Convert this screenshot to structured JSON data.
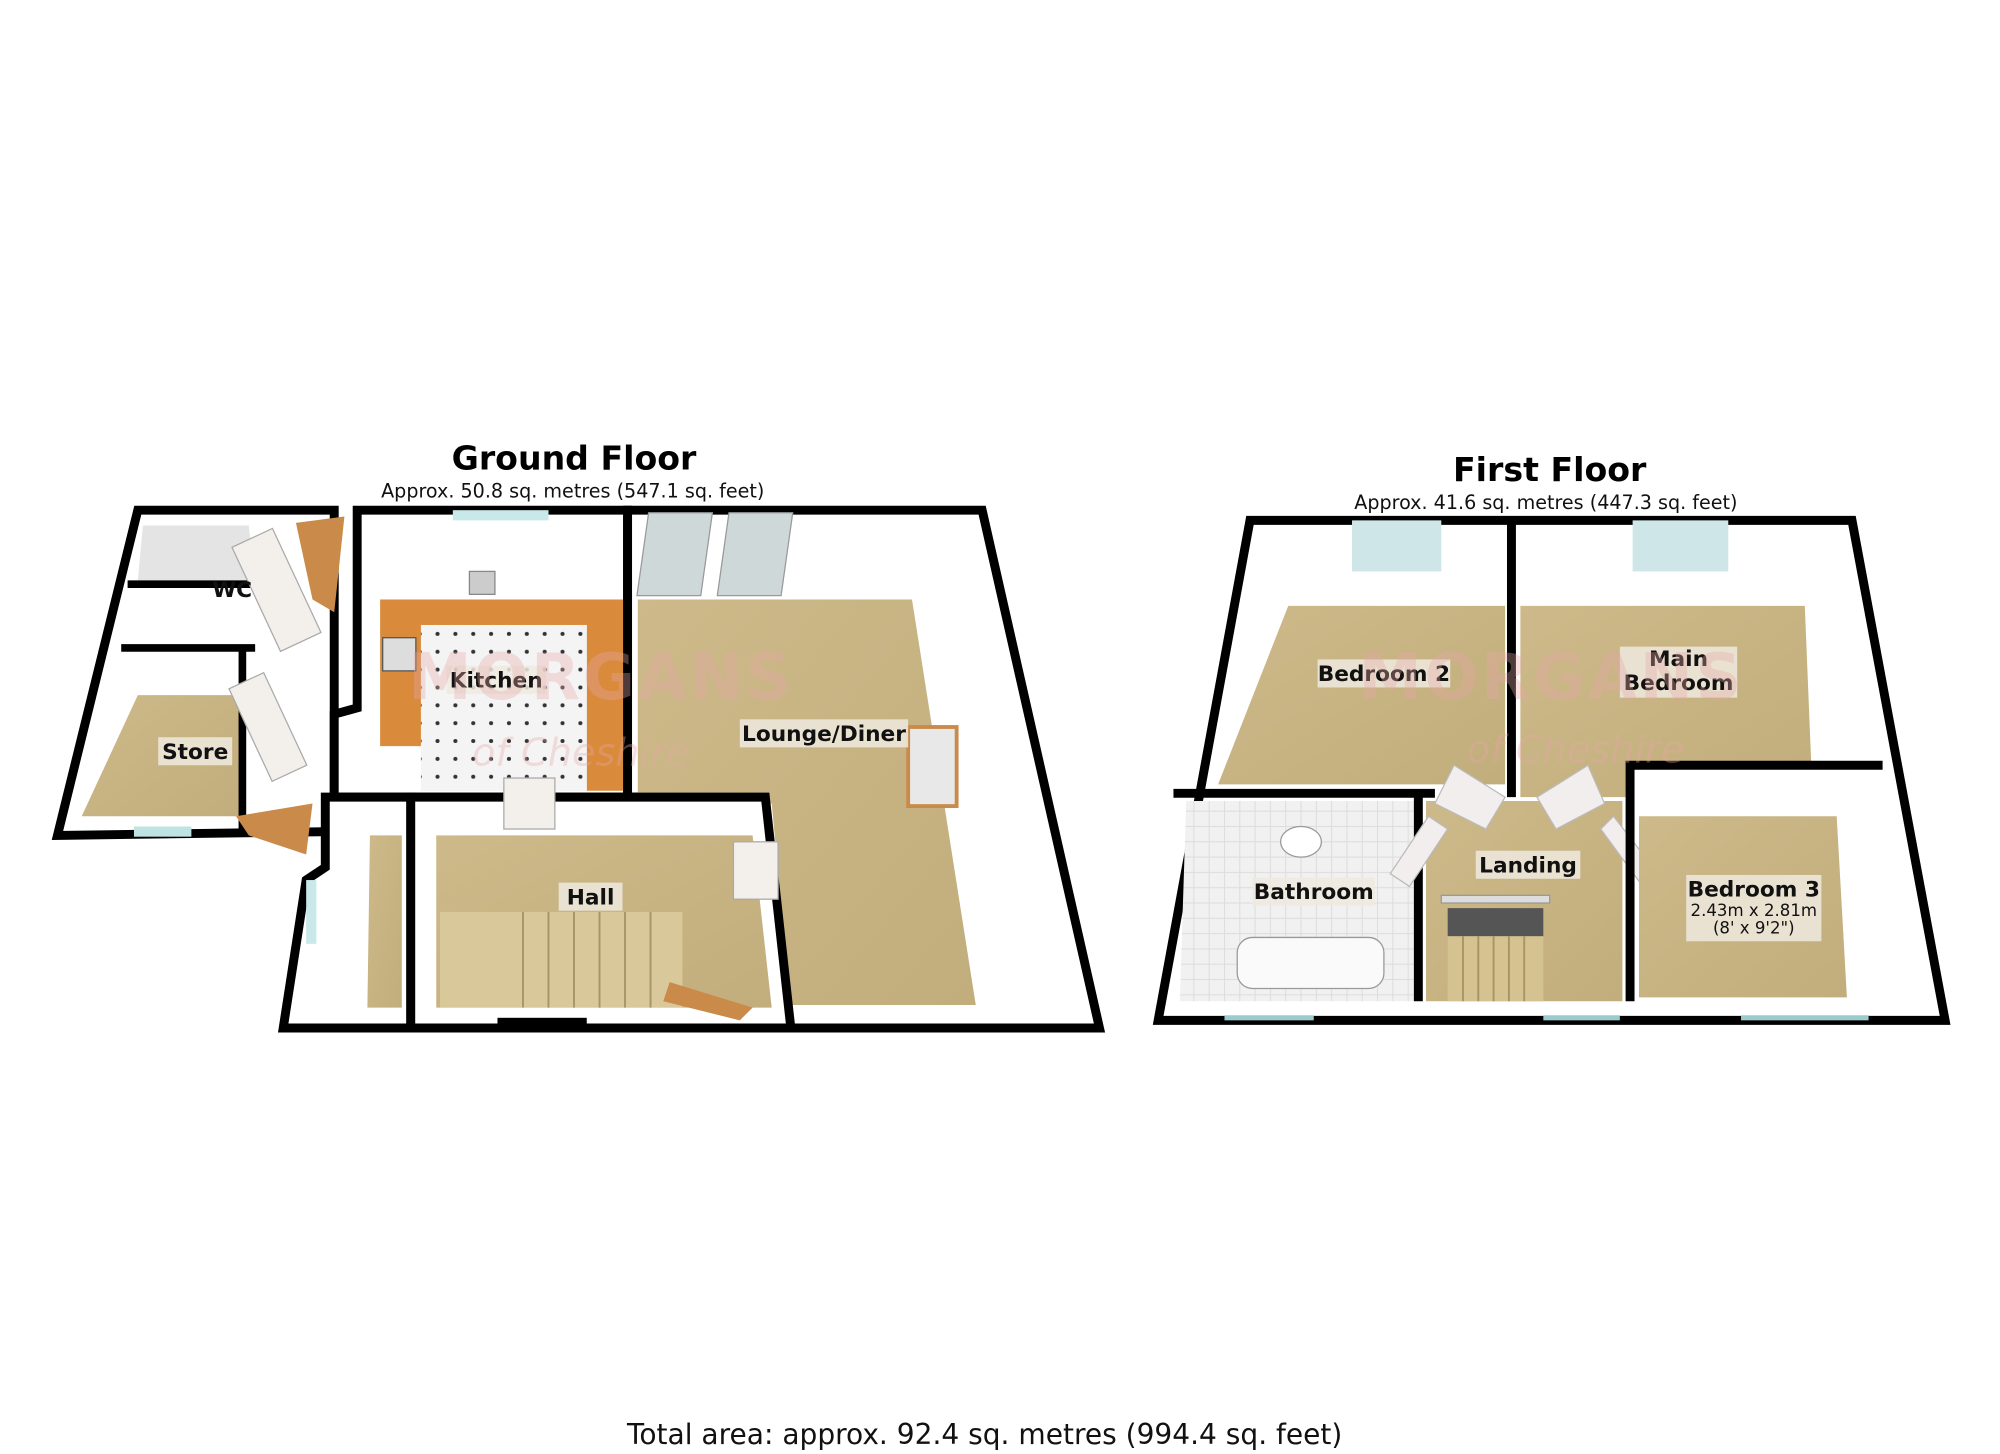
{
  "ground_floor": {
    "title": "Ground Floor",
    "area": "Approx. 50.8 sq. metres (547.1 sq. feet)",
    "rooms": {
      "wc": "WC",
      "store": "Store",
      "kitchen": "Kitchen",
      "lounge": "Lounge/Diner",
      "hall": "Hall"
    }
  },
  "first_floor": {
    "title": "First Floor",
    "area": "Approx. 41.6 sq. metres (447.3 sq. feet)",
    "rooms": {
      "bedroom2": "Bedroom 2",
      "main_bedroom_line1": "Main",
      "main_bedroom_line2": "Bedroom",
      "bathroom": "Bathroom",
      "landing": "Landing",
      "bedroom3": "Bedroom 3",
      "bedroom3_metric": "2.43m x 2.81m",
      "bedroom3_imperial": "(8' x 9'2\")"
    }
  },
  "total_area": "Total area: approx. 92.4 sq. metres (994.4 sq. feet)",
  "watermark": {
    "brand": "MORGANS",
    "tagline": "of Cheshire"
  },
  "colors": {
    "carpet": "#c9b584",
    "worktop": "#d98a3a",
    "wall": "#000000"
  }
}
